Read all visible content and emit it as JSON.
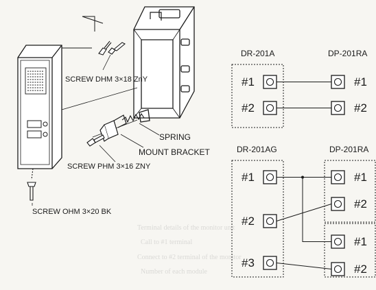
{
  "exploded_view": {
    "callouts": {
      "screw_dhm": "SCREW DHM 3×18 ZnY",
      "spring": "SPRING",
      "mount_bracket": "MOUNT BRACKET",
      "screw_phm": "SCREW PHM 3×16 ZNY",
      "screw_ohm": "SCREW OHM 3×20 BK"
    }
  },
  "wiring": {
    "top": {
      "left_title": "DR-201A",
      "right_title": "DP-201RA",
      "left_terminals": [
        "#1",
        "#2"
      ],
      "right_terminals": [
        "#1",
        "#2"
      ]
    },
    "bottom": {
      "left_title": "DR-201AG",
      "right_title": "DP-201RA",
      "left_terminals": [
        "#1",
        "#2",
        "#3"
      ],
      "right_upper_terminals": [
        "#1",
        "#2"
      ],
      "right_lower_terminals": [
        "#1",
        "#2"
      ]
    }
  },
  "bleed_through": {
    "line1": "Terminal details of the monitor unit",
    "line2": "Call to #1 terminal",
    "line3": "Connect to #2 terminal of the monitor",
    "line4": "Number of each module"
  }
}
